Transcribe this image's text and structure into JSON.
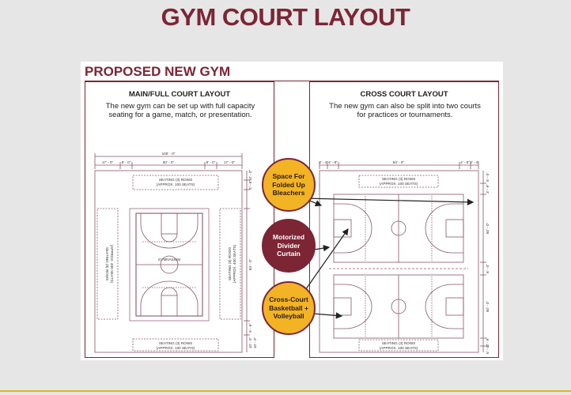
{
  "slide": {
    "title": "GYM COURT LAYOUT"
  },
  "board": {
    "title": "PROPOSED NEW GYM"
  },
  "colors": {
    "maroon": "#7b2535",
    "gold": "#f2b325",
    "line": "#8a5566"
  },
  "left_panel": {
    "heading": "MAIN/FULL COURT LAYOUT",
    "description": "The new gym can be set up with full capacity seating for a game, match, or presentation.",
    "dims_top_total": "100' - 0\"",
    "dims_top": [
      "17' - 0\"",
      "8' - 0\"",
      "50' - 0\"",
      "8' - 0\"",
      "17' - 0\""
    ],
    "dims_right": [
      "10' - 0\"",
      "5' - 6\"",
      "84' - 0\"",
      "5' - 6\"",
      "10' - 0\"",
      "10' - 0\""
    ],
    "seating_top": [
      "SEATING (3) ROWS",
      "(APPROX. 100 SEATS)"
    ],
    "seating_bottom": [
      "SEATING (3) ROWS",
      "(APPROX. 100 SEATS)"
    ],
    "seating_left": [
      "SEATING (8) ROWS",
      "(APPROX. 400 SEATS)"
    ],
    "seating_right": [
      "SEATING (8) ROWS",
      "(APPROX. 400 SEATS)"
    ],
    "center_label": "GYMNASIUM"
  },
  "right_panel": {
    "heading": "CROSS COURT LAYOUT",
    "description": "The new gym can also be split into two courts for practices or tournaments.",
    "dims_top": [
      "3' - 4\"",
      "4' - 8\"",
      "84' - 0\"",
      "4' - 8\"",
      "3' - 4\""
    ],
    "dims_right": [
      "6' - 0\"",
      "3' - 9\"",
      "50' - 0\"",
      "6' - 0\"",
      "50' - 0\"",
      "3' - 9\"",
      "6' - 0\""
    ],
    "seating_top": [
      "SEATING (3) ROWS",
      "(APPROX. 100 SEATS)"
    ],
    "seating_bottom": [
      "SEATING (3) ROWS",
      "(APPROX. 100 SEATS)"
    ]
  },
  "callouts": [
    {
      "icon": "folded-bleachers",
      "label": "Space For Folded Up Bleachers",
      "color": "gold"
    },
    {
      "icon": "divider-curtain",
      "label": "Motorized Divider Curtain",
      "color": "maroon"
    },
    {
      "icon": "cross-court",
      "label": "Cross-Court Basketball + Volleyball",
      "color": "gold"
    }
  ]
}
